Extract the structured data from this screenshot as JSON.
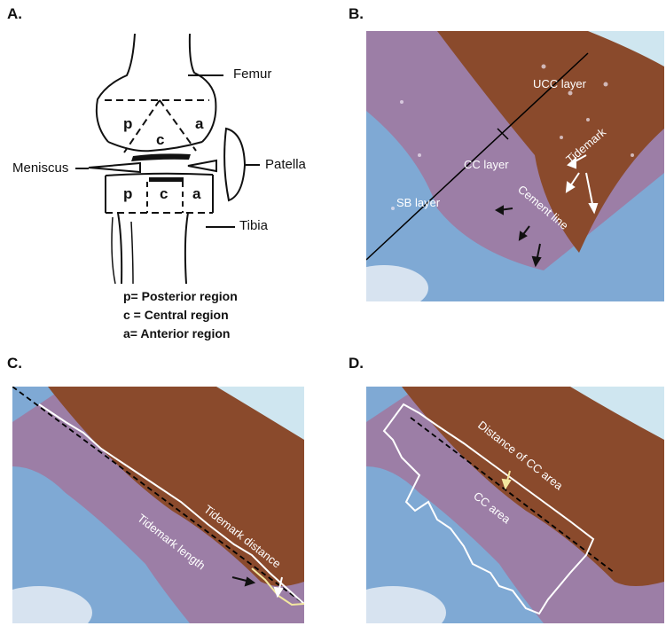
{
  "panels": {
    "a": {
      "letter": "A.",
      "labels": {
        "femur": "Femur",
        "meniscus": "Meniscus",
        "patella": "Patella",
        "tibia": "Tibia",
        "p_top": "p",
        "c_top": "c",
        "a_top": "a",
        "p_bot": "p",
        "c_bot": "c",
        "a_bot": "a"
      },
      "legend": [
        "p= Posterior region",
        "c = Central region",
        "a= Anterior region"
      ]
    },
    "b": {
      "letter": "B.",
      "labels": {
        "ucc": "UCC  layer",
        "cc": "CC  layer",
        "tidemark": "Tidemark",
        "sb": "SB layer",
        "cement": "Cement line"
      }
    },
    "c": {
      "letter": "C.",
      "labels": {
        "tidemark_distance": "Tidemark distance",
        "tidemark_length": "Tidemark length"
      }
    },
    "d": {
      "letter": "D.",
      "labels": {
        "distance_cc": "Distance of CC area",
        "cc_area": "CC  area"
      }
    }
  },
  "colors": {
    "cartilage": "#8a4a2c",
    "cartilage_light": "#a96845",
    "calcified": "#9c7ea6",
    "bone": "#7fa9d4",
    "background_sky": "#cfe6f0",
    "trace_white": "#ffffff",
    "trace_yellow": "#f3e8a0"
  }
}
